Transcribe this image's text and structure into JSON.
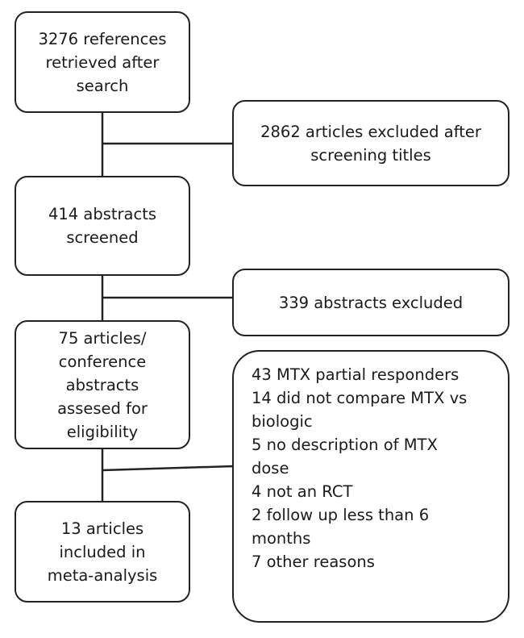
{
  "boxes": {
    "records_retrieved": {
      "lines": [
        "3276 references",
        "retrieved after",
        "search"
      ]
    },
    "excluded_titles": {
      "lines": [
        "2862 articles excluded after",
        "screening titles"
      ]
    },
    "abstracts_screened": {
      "lines": [
        "414 abstracts",
        "screened"
      ]
    },
    "abstracts_excluded": {
      "lines": [
        "339 abstracts excluded"
      ]
    },
    "eligibility": {
      "lines": [
        "75 articles/",
        "conference",
        "abstracts",
        "assesed for",
        "eligibility"
      ]
    },
    "exclusion_reasons": {
      "lines": [
        "43 MTX partial responders",
        "14 did not compare MTX vs",
        "biologic",
        "5 no description of MTX",
        "dose",
        "4 not an RCT",
        "2 follow up less than 6",
        "months",
        "7 other reasons"
      ]
    },
    "included": {
      "lines": [
        "13 articles",
        "included in",
        "meta-analysis"
      ]
    }
  },
  "colors": {
    "border": "#222222",
    "text": "#1a1a1a",
    "connector": "#222222",
    "background": "#ffffff"
  }
}
